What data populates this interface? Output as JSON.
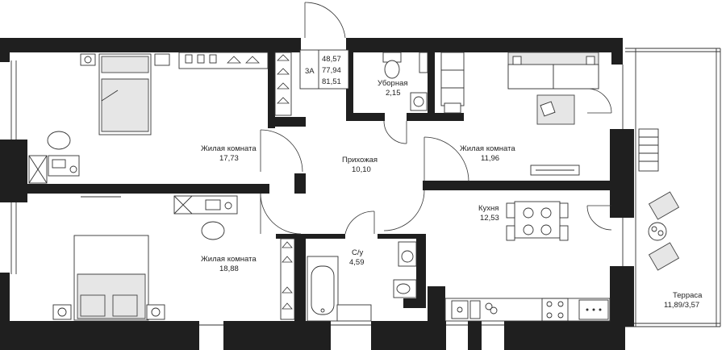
{
  "apartment": {
    "type_code": "3А",
    "areas": [
      "48,57",
      "77,94",
      "81,51"
    ]
  },
  "rooms": {
    "bedroom_top": {
      "name": "Жилая комната",
      "area": "17,73"
    },
    "bedroom_bottom": {
      "name": "Жилая комната",
      "area": "18,88"
    },
    "hallway": {
      "name": "Прихожая",
      "area": "10,10"
    },
    "toilet": {
      "name": "Уборная",
      "area": "2,15"
    },
    "living": {
      "name": "Жилая комната",
      "area": "11,96"
    },
    "kitchen": {
      "name": "Кухня",
      "area": "12,53"
    },
    "bathroom": {
      "name": "С/у",
      "area": "4,59"
    },
    "terrace": {
      "name": "Терраса",
      "area": "11,89/3,57"
    }
  },
  "colors": {
    "wall": "#1f1f1f",
    "furniture_fill": "#e6e6e6",
    "line": "#333333"
  }
}
